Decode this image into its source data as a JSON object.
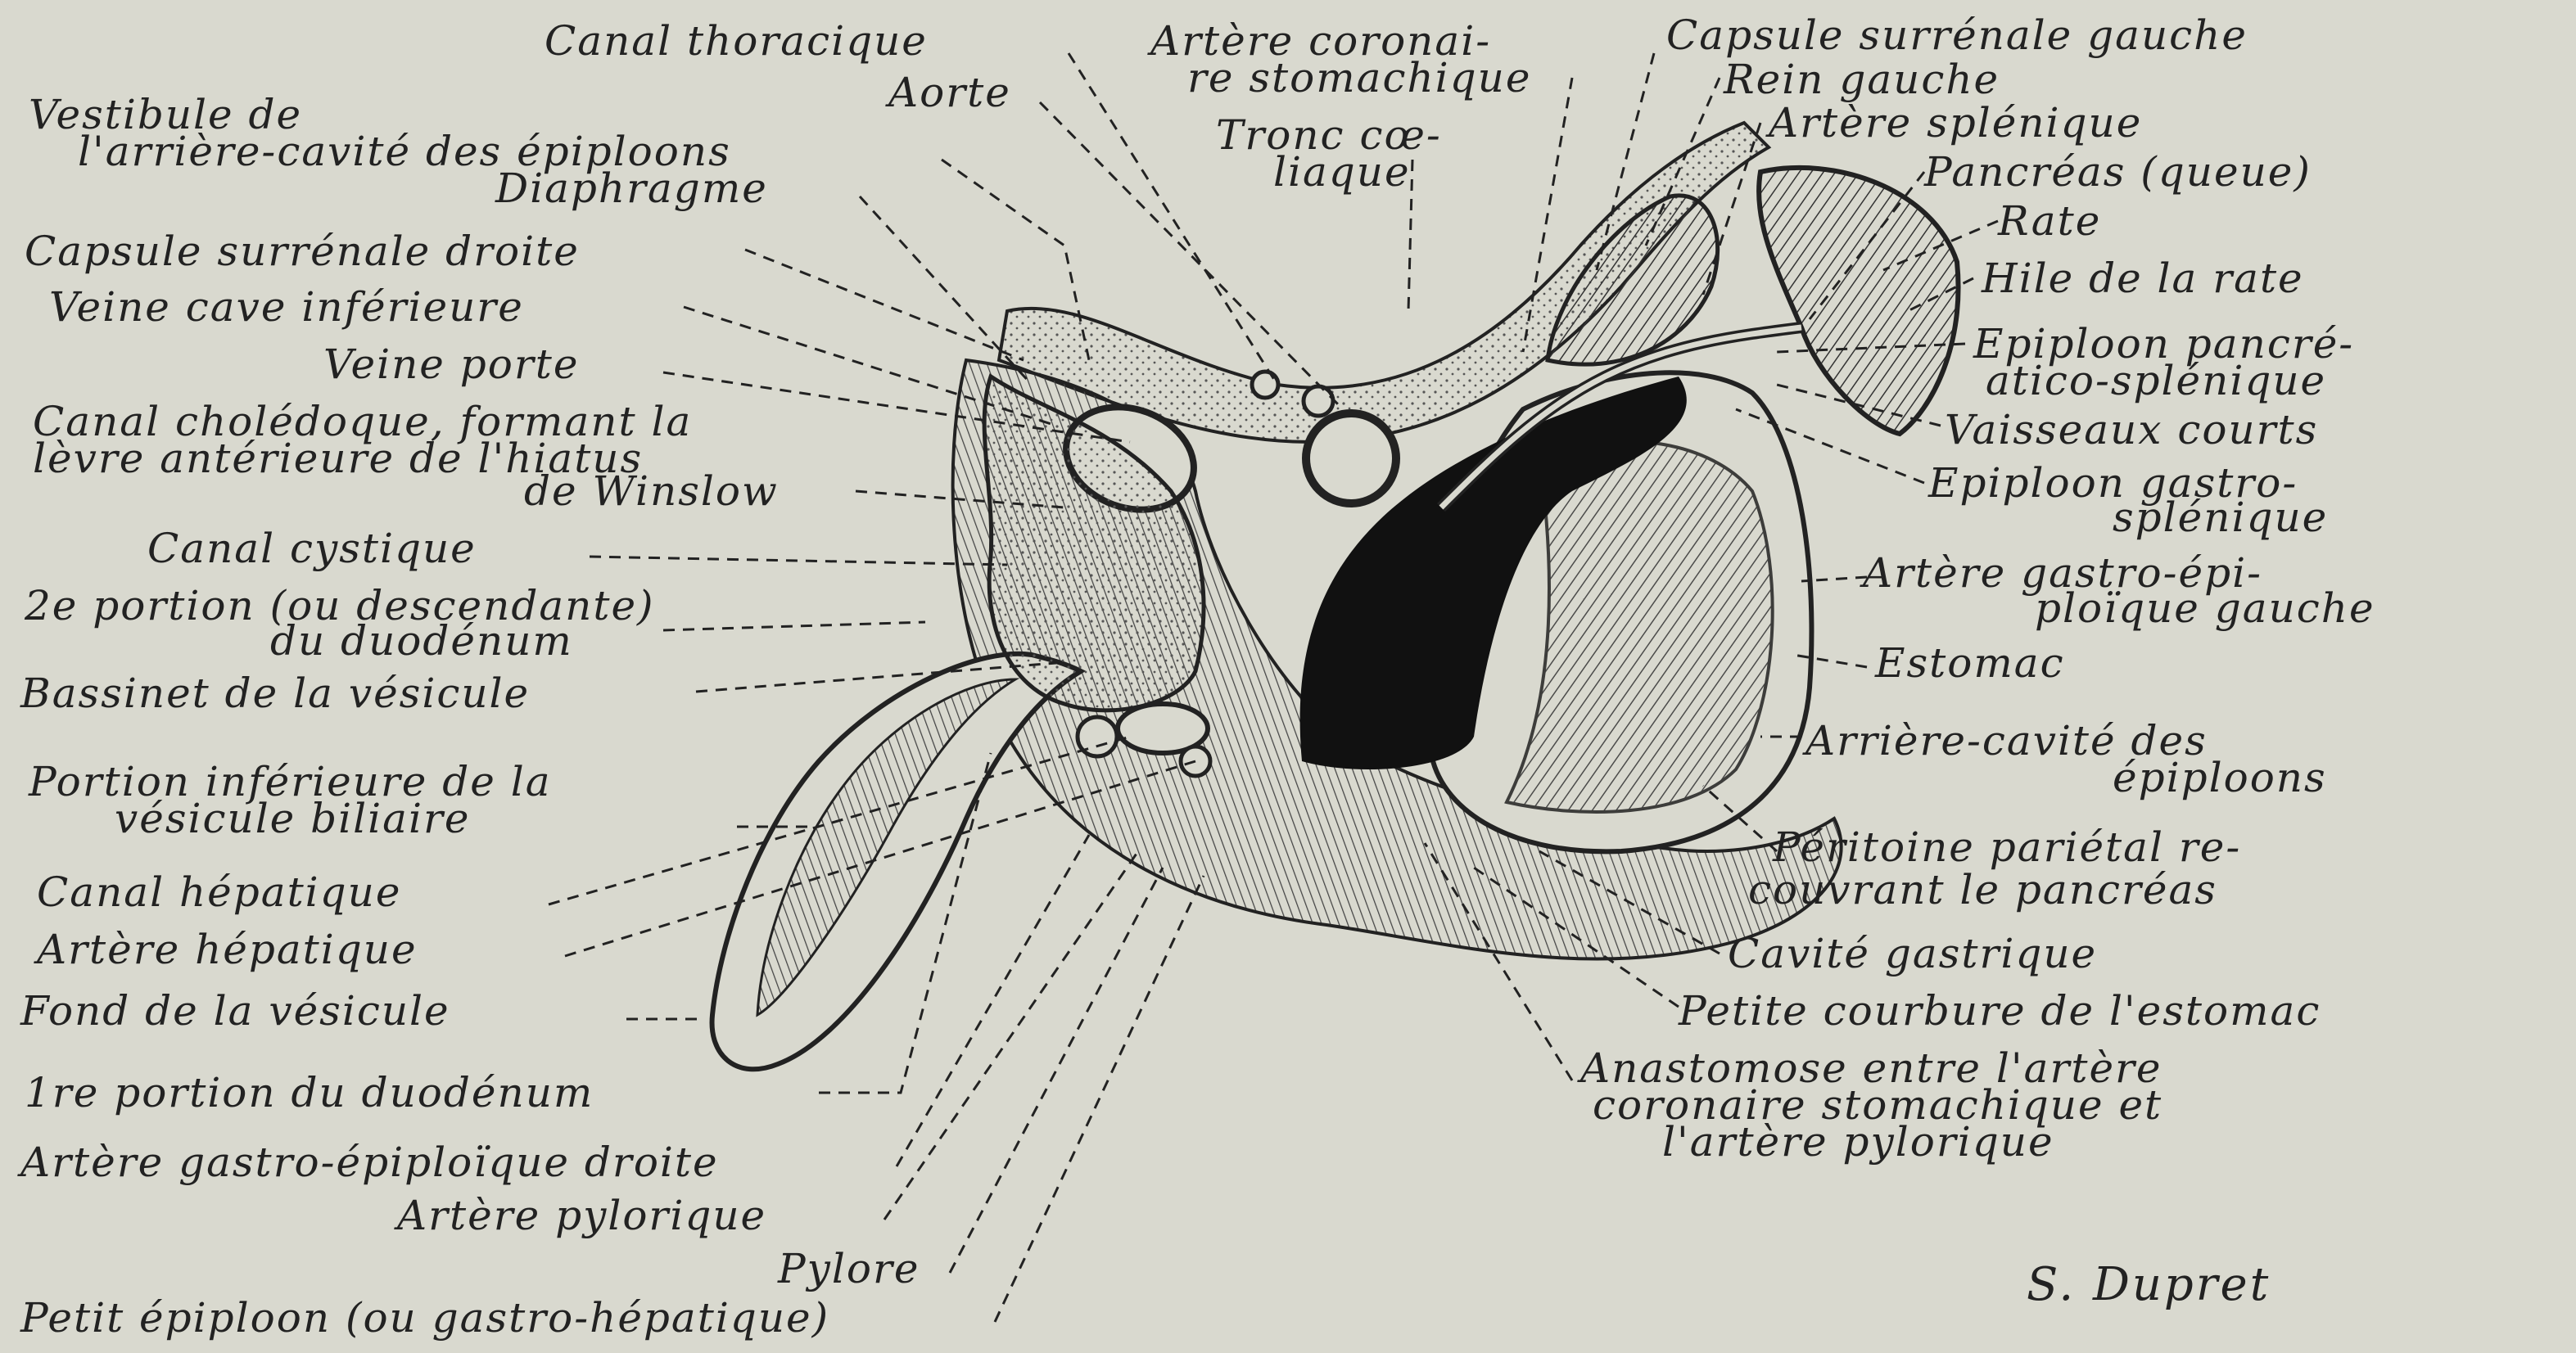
{
  "labels": {
    "canal_thoracique": "Canal thoracique",
    "aorte": "Aorte",
    "vestibule_1": "Vestibule de",
    "vestibule_2": "l'arrière-cavité des épiploons",
    "diaphragme": "Diaphragme",
    "capsule_surrenale_droite": "Capsule surrénale droite",
    "veine_cave": "Veine cave inférieure",
    "veine_porte": "Veine porte",
    "choledoque_1": "Canal cholédoque, formant la",
    "choledoque_2": "lèvre antérieure de l'hiatus",
    "choledoque_3": "de Winslow",
    "canal_cystique": "Canal cystique",
    "duodenum2_1": "2e portion (ou descendante)",
    "duodenum2_2": "du duodénum",
    "bassinet": "Bassinet de la vésicule",
    "portion_inf_1": "Portion inférieure de la",
    "portion_inf_2": "vésicule biliaire",
    "canal_hepatique": "Canal hépatique",
    "artere_hepatique": "Artère hépatique",
    "fond_vesicule": "Fond de la vésicule",
    "duodenum1": "1re portion du duodénum",
    "gastro_epi_droite": "Artère gastro-épiploïque droite",
    "artere_pylorique": "Artère pylorique",
    "pylore": "Pylore",
    "petit_epiploon": "Petit épiploon (ou gastro-hépatique)",
    "coronaire_1": "Artère coronai-",
    "coronaire_2": "re stomachique",
    "tronc_1": "Tronc cœ-",
    "tronc_2": "liaque",
    "capsule_surrenale_gauche": "Capsule surrénale gauche",
    "rein_gauche": "Rein gauche",
    "artere_splenique": "Artère splénique",
    "pancreas_queue": "Pancréas (queue)",
    "rate": "Rate",
    "hile_rate": "Hile de la rate",
    "epi_pancreatico_1": "Epiploon pancré-",
    "epi_pancreatico_2": "atico-splénique",
    "vaisseaux_courts": "Vaisseaux courts",
    "epi_gastro_spl_1": "Epiploon gastro-",
    "epi_gastro_spl_2": "splénique",
    "gastro_epi_gauche_1": "Artère gastro-épi-",
    "gastro_epi_gauche_2": "ploïque gauche",
    "estomac": "Estomac",
    "arriere_cavite_1": "Arrière-cavité des",
    "arriere_cavite_2": "épiploons",
    "peritoine_1": "Péritoine pariétal re-",
    "peritoine_2": "couvrant le pancréas",
    "cavite_gastrique": "Cavité gastrique",
    "petite_courbure": "Petite courbure de l'estomac",
    "anastomose_1": "Anastomose entre l'artère",
    "anastomose_2": "coronaire stomachique et",
    "anastomose_3": "l'artère pylorique"
  },
  "signature": "S. Dupret"
}
